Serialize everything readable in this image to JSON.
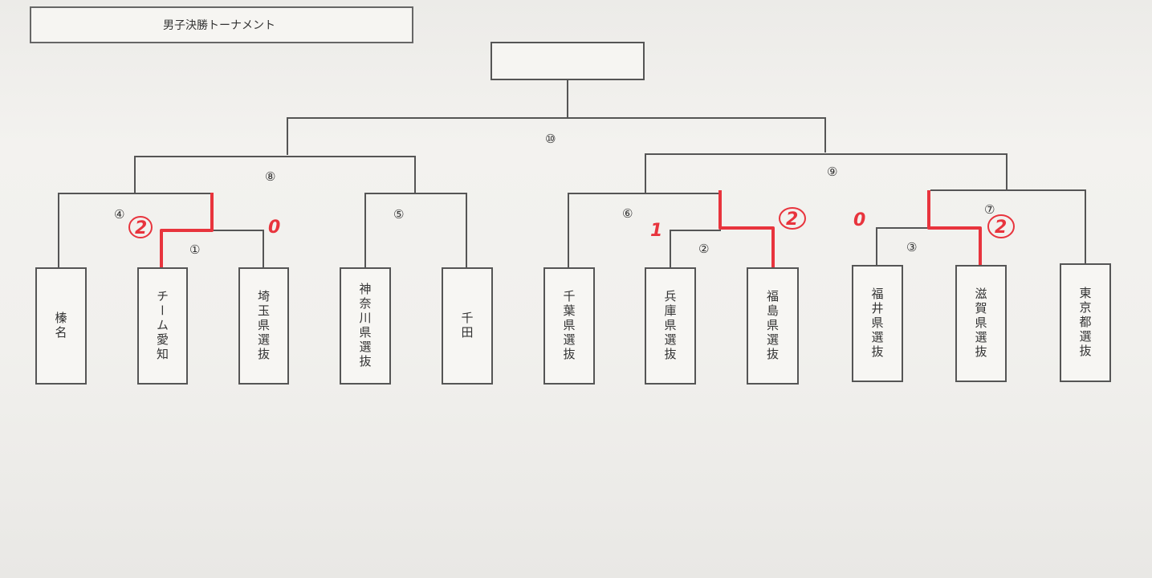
{
  "title": "男子決勝トーナメント",
  "colors": {
    "line": "#555555",
    "winner_line": "#e8343d",
    "paper": "#efeeeb"
  },
  "teams": [
    "榛名",
    "チーム愛知",
    "埼玉県選抜",
    "神奈川県選抜",
    "千田",
    "千葉県選抜",
    "兵庫県選抜",
    "福島県選抜",
    "福井県選抜",
    "滋賀県選抜",
    "東京都選抜"
  ],
  "matches": {
    "m1": "①",
    "m2": "②",
    "m3": "③",
    "m4": "④",
    "m5": "⑤",
    "m6": "⑥",
    "m7": "⑦",
    "m8": "⑧",
    "m9": "⑨",
    "m10": "⑩"
  },
  "scores": {
    "m4_left": "2",
    "m1_right": "0",
    "m6_left": "1",
    "m2_right": "2",
    "m3_left": "0",
    "m7_right": "2"
  }
}
